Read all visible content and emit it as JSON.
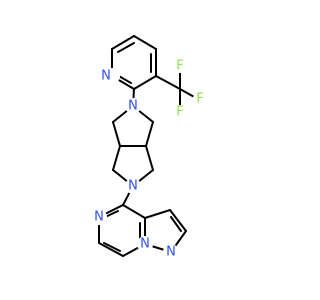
{
  "colors": {
    "background": "#ffffff",
    "bond": "#000000",
    "nitrogen": "#3050f8",
    "fluorine": "#90e050"
  },
  "atoms": {
    "n_pyridine": "N",
    "n_pyrrolidine_top": "N",
    "n_pyrrolidine_bottom": "N",
    "n_pyrazine": "N",
    "n_pyrazole_a": "N",
    "n_pyrazole_b": "N",
    "f_1": "F",
    "f_2": "F",
    "f_3": "F"
  }
}
